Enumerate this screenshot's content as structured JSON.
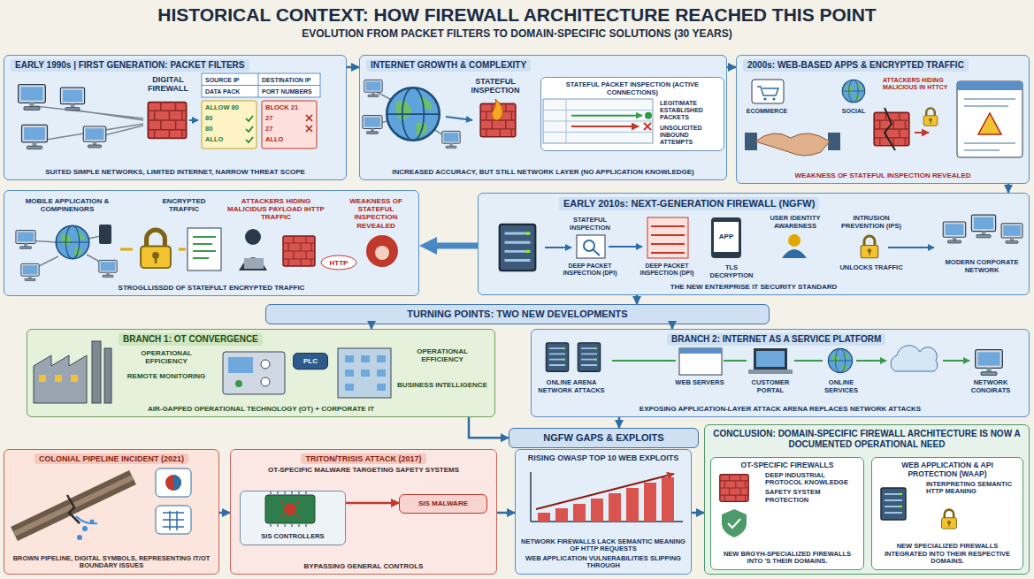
{
  "diagram": {
    "title": "HISTORICAL CONTEXT: HOW FIREWALL ARCHITECTURE REACHED THIS POINT",
    "nodes": [
      {
        "text": [
          "EARLY 1990s | FIRST GENERATION: PACKET FILTERS",
          "SUITED SIMPLE NETWORKS, LIMITED INTERNET, NARROW THREAT SCOPE"
        ]
      },
      {
        "text": [
          "INTERNET GROWTH & COMPLEXITY",
          "INCREASED ACCURACY, BUT STILL NETWORK LAYER (NO APPLICATION KNOWLEDGE)"
        ]
      },
      {
        "text": [
          "STATEFUL PACKET INSPECTION (ACTIVE CONNECTIONS)"
        ],
        "in": 1
      },
      {
        "text": [
          "2000s: WEB-BASED APPS & ENCRYPTED TRAFFIC",
          "WEAKNESS OF STATEFUL INSPECTION REVEALED"
        ]
      },
      {
        "text": [
          "STROGLLISSDD OF STATEFULT ENCRYPTED TRAFFIC"
        ]
      },
      {
        "text": [
          "EARLY 2010s: NEXT-GENERATION FIREWALL (NGFW)",
          "THE NEW ENTERPRISE IT SECURITY STANDARD"
        ]
      },
      {
        "text": [
          "TURNING POINTS: TWO NEW DEVELOPMENTS"
        ]
      },
      {
        "text": [
          "BRANCH 1: OT CONVERGENCE",
          "AIR-GAPPED OPERATIONAL TECHNOLOGY (OT) + CORPORATE IT"
        ]
      },
      {
        "text": [
          "PLC"
        ],
        "in": 7
      },
      {
        "text": [
          "BRANCH 2: INTERNET AS A SERVICE PLATFORM",
          "EXPOSING APPLICATION-LAYER ATTACK ARENA REPLACES NETWORK ATTACKS"
        ]
      },
      {
        "text": [
          "NGFW GAPS & EXPLOITS"
        ]
      },
      {
        "text": [
          "COLONIAL PIPELINE INCIDENT (2021)",
          "BROWN PIPELINE, DIGITAL SYMBOLS, REPRESENTING IT/OT BOUNDARY ISSUES"
        ]
      },
      {
        "text": [
          "TRITON/TRISIS ATTACK (2017)",
          "OT-SPECIFIC MALWARE TARGETING SAFETY SYSTEMS",
          "BYPASSING GENERAL CONTROLS"
        ]
      },
      {
        "text": [
          "SIS CONTROLLERS"
        ],
        "in": 12
      },
      {
        "text": [
          "SIS MALWARE"
        ],
        "in": 12
      },
      {
        "text": [
          "RISING OWASP TOP 10 WEB EXPLOITS",
          "NETWORK FIREWALLS LACK SEMANTIC MEANING OF HTTP REQUESTS",
          "WEB APPLICATION VULNERABILITIES SLIPPING THROUGH"
        ]
      },
      {
        "text": [
          "CONCLUSION: DOMAIN-SPECIFIC FIREWALL ARCHITECTURE IS NOW A DOCUMENTED OPERATIONAL NEED"
        ]
      },
      {
        "text": [
          "OT-SPECIFIC FIREWALLS",
          "DEEP INDUSTRIAL PROTOCOL KNOWLEDGE",
          "SAFETY SYSTEM PROTECTION",
          "NEW BRGYH-SPECIALIZED FIREWALLS INTO 'S THEIR DOMAINS."
        ],
        "in": 16
      },
      {
        "text": [
          "WEB APPLICATION & API PROTECTION (WAAP)",
          "INTERPRETING SEMANTIC HTTP MEANING",
          "NEW SPECIALIZED FIREWALLS INTEGRATED INTO THEIR RESPECTIVE DOMAINS."
        ],
        "in": 16
      }
    ],
    "edges": [
      {
        "from": 0,
        "to": 1,
        "arrow": "to"
      },
      {
        "from": 1,
        "to": 3,
        "arrow": "to"
      },
      {
        "from": 3,
        "to": 5,
        "arrow": "to"
      },
      {
        "from": 5,
        "to": 4,
        "arrow": "to"
      },
      {
        "from": 5,
        "to": 6,
        "arrow": "to"
      },
      {
        "from": 6,
        "to": 7,
        "arrow": "to"
      },
      {
        "from": 6,
        "to": 9,
        "arrow": "to"
      },
      {
        "from": 7,
        "to": 10,
        "arrow": "to"
      },
      {
        "from": 9,
        "to": 10,
        "arrow": "to"
      },
      {
        "from": 11,
        "to": 12,
        "arrow": "to"
      },
      {
        "from": 12,
        "to": 15,
        "arrow": "to"
      },
      {
        "from": 15,
        "to": 16,
        "arrow": "to"
      },
      {
        "from": 13,
        "to": 14,
        "arrow": "to"
      }
    ],
    "labels": [
      "EVOLUTION FROM PACKET FILTERS TO DOMAIN-SPECIFIC SOLUTIONS (30 YEARS)",
      "DIGITAL FIREWALL",
      "SOURCE IP",
      "DESTINATION IP",
      "DATA PACK",
      "PORT NUMBERS",
      "ALLOW 80",
      "80",
      "80",
      "ALLO",
      "BLOCK 21",
      "27",
      "27",
      "ALLO",
      "STATEFUL INSPECTION",
      "LEGITIMATE ESTABLISHED PACKETS",
      "UNSOLICITED INBOUND ATTEMPTS",
      "ECOMMERCE",
      "SOCIAL",
      "ATTACKERS HIDING MALICIOUS IN HTTCY",
      "MOBILE APPLICATION & COMPINENGRS",
      "ENCRYPTED TRAFFIC",
      "ATTACKERS HIDING MALICIDUS PAYLOAD IHTTP TRAFFIC",
      "WEAKNESS OF STATEFUL INSPECTION REVEALED",
      "HTTP",
      "STATEFUL INSPECTION",
      "DEEP PACKET INSPECTION (DPI)",
      "DEEP PACKET INSPECTION (DPI)",
      "APP",
      "TLS DECRYPTION",
      "USER IDENTITY AWARENESS",
      "INTRUSION PREVENTION (IPS)",
      "UNLOCKS TRAFFIC",
      "MODERN CORPORATE NETWORK",
      "OPERATIONAL EFFICIENCY",
      "REMOTE MONITORING",
      "OPERATIONAL EFFICIENCY",
      "BUSINESS INTELLIGENCE",
      "ONLINE ARENA NETWORK ATTACKS",
      "WEB SERVERS",
      "CUSTOMER PORTAL",
      "ONLINE SERVICES",
      "NETWORK CONOIRATS"
    ]
  }
}
